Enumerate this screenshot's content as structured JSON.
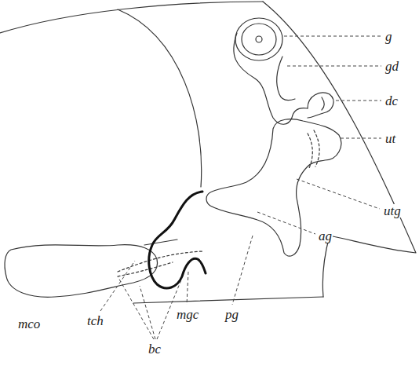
{
  "diagram": {
    "labels": [
      "g",
      "gd",
      "dc",
      "ut",
      "utg",
      "ag",
      "pg",
      "mgc",
      "bc",
      "tch",
      "mco"
    ]
  }
}
